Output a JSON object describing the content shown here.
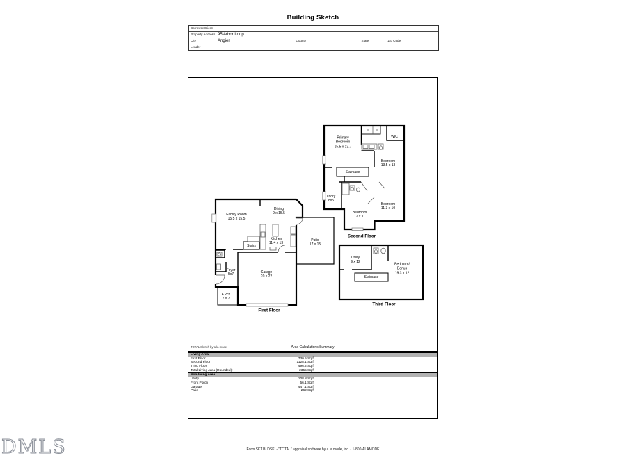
{
  "page": {
    "title": "Building Sketch",
    "footer": "Form SKT.BLDSKI - \"TOTAL\" appraisal software by a la mode, inc. - 1-800-ALAMODE",
    "corner_watermark": "DMLS"
  },
  "form": {
    "rows": [
      {
        "label": "Borrower/Client",
        "value": ""
      },
      {
        "label": "Property Address",
        "value": "95 Arbor Loop"
      },
      {
        "label": "City",
        "value": "Angier",
        "sub": [
          "County",
          "State",
          "Zip Code"
        ]
      },
      {
        "label": "Lender",
        "value": ""
      }
    ]
  },
  "floors": {
    "first": {
      "title": "First Floor",
      "rooms": {
        "family": "Family Room\n15.5 x 15.5",
        "dining": "Dining\n9 x 15.5",
        "kitchen": "Kitchen\n11.4 x 13",
        "stairs": "Stairs",
        "foyer": "Foyer\n5x7",
        "garage": "Garage\n20 x 22",
        "porch": "F.Pch\n7 x 7",
        "patio": "Patio\n17 x 15"
      }
    },
    "second": {
      "title": "Second Floor",
      "rooms": {
        "primary": "Primary\nBedroom\n15.5 x 13.7",
        "wic": "WIC",
        "bedroom2": "Bedroom\n13.5 x 13",
        "staircase": "Staircase",
        "laundry": "Lndry\n8x5",
        "bedroom3": "Bedroom\n12 x 11",
        "bedroom4": "Bedroom\n11.3 x 10"
      }
    },
    "third": {
      "title": "Third Floor",
      "rooms": {
        "utility": "Utility\n9 x 12",
        "staircase": "Staircase",
        "bonus": "Bedroom/\nBonus\n19.3 x 12"
      }
    }
  },
  "area_summary": {
    "watermark": "TOTAL Sketch by a la mode",
    "title": "Area Calculations Summary",
    "sections": [
      {
        "header": "Living Area",
        "rows": [
          {
            "label": "First Floor",
            "value": "730.5 Sq ft"
          },
          {
            "label": "Second Floor",
            "value": "1128.1 Sq ft"
          },
          {
            "label": "Third Floor",
            "value": "496.2 Sq ft"
          },
          {
            "label": "Total Living Area (Rounded):",
            "value": "2355 Sq ft"
          }
        ]
      },
      {
        "header": "Non-living Area",
        "rows": [
          {
            "label": "Utility",
            "value": "108.8 Sq ft"
          },
          {
            "label": "Front Porch",
            "value": "56.1 Sq ft"
          },
          {
            "label": "Garage",
            "value": "447.1 Sq ft"
          },
          {
            "label": "Patio",
            "value": "262 Sq ft"
          }
        ]
      }
    ]
  }
}
